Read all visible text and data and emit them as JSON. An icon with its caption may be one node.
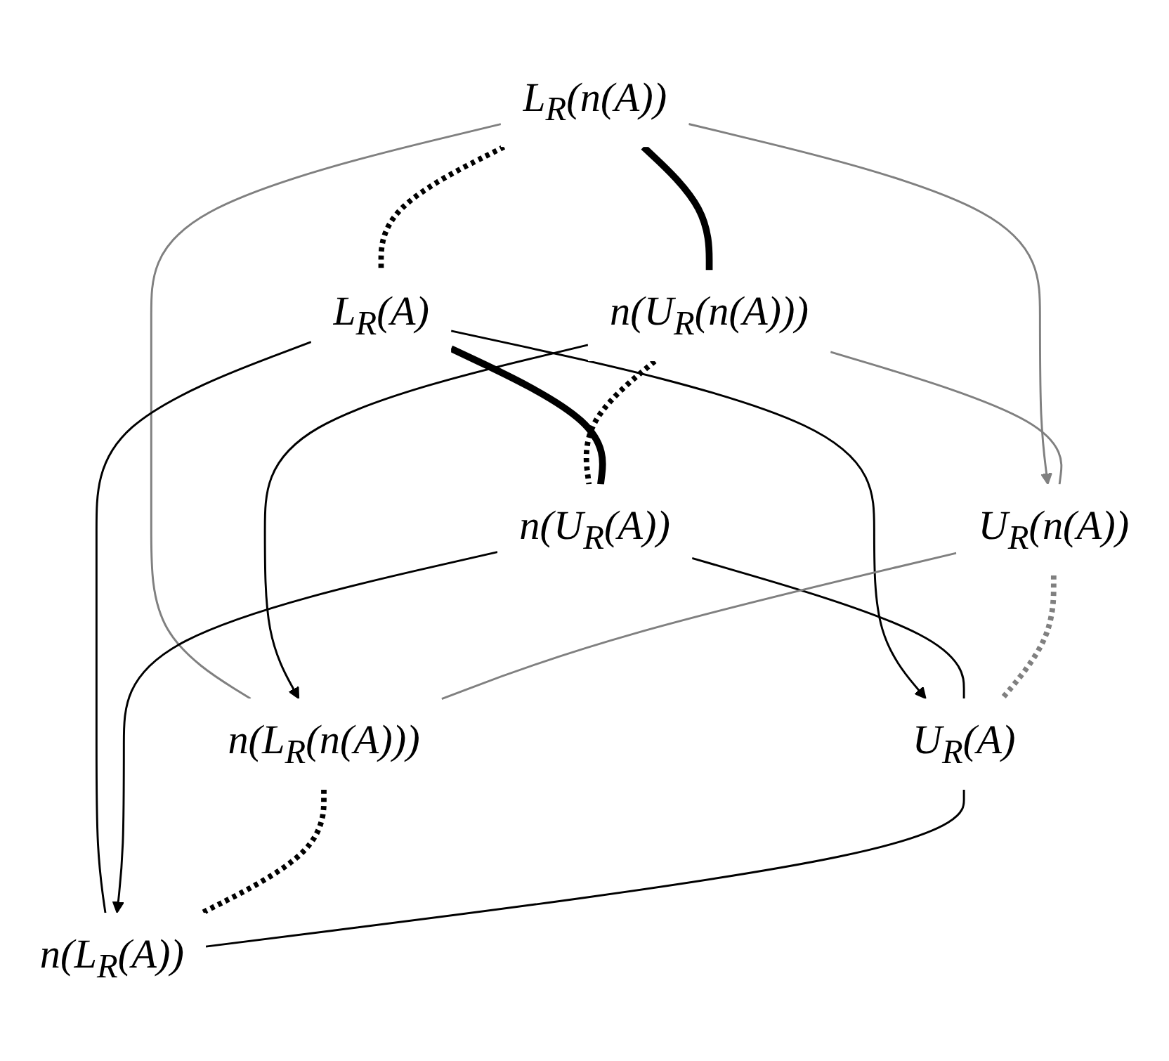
{
  "diagram": {
    "nodes": [
      {
        "text": [
          "L$_{R}$(n(A))"
        ]
      },
      {
        "text": [
          "n(U$_{R}$(n(A)))"
        ]
      },
      {
        "text": [
          "L$_{R}$(A)"
        ]
      },
      {
        "text": [
          "n(U$_{R}$(A))"
        ]
      },
      {
        "text": [
          "U$_{R}$(n(A))"
        ]
      },
      {
        "text": [
          "n(L$_{R}$(n(A)))"
        ]
      },
      {
        "text": [
          "U$_{R}$(A)"
        ]
      },
      {
        "text": [
          "n(L$_{R}$(A))"
        ]
      }
    ],
    "edges": [
      {
        "from": 0,
        "to": 1,
        "arrow": "none",
        "style": "thick"
      },
      {
        "from": 0,
        "to": 2,
        "arrow": "none",
        "style": "dashed"
      },
      {
        "from": 0,
        "to": 4,
        "arrow": "to",
        "color": "#808080"
      },
      {
        "from": 0,
        "to": 5,
        "arrow": "none",
        "color": "#808080"
      },
      {
        "from": 1,
        "to": 3,
        "arrow": "none",
        "style": "dashed"
      },
      {
        "from": 1,
        "to": 4,
        "arrow": "none",
        "color": "#808080"
      },
      {
        "from": 1,
        "to": 5,
        "arrow": "to"
      },
      {
        "from": 2,
        "to": 3,
        "arrow": "none",
        "style": "thick"
      },
      {
        "from": 2,
        "to": 6,
        "arrow": "to"
      },
      {
        "from": 2,
        "to": 7,
        "arrow": "none"
      },
      {
        "from": 3,
        "to": 6,
        "arrow": "none"
      },
      {
        "from": 3,
        "to": 7,
        "arrow": "to"
      },
      {
        "from": 4,
        "to": 5,
        "arrow": "none",
        "color": "#808080"
      },
      {
        "from": 4,
        "to": 6,
        "arrow": "none",
        "style": "dashed",
        "color": "#808080"
      },
      {
        "from": 5,
        "to": 7,
        "arrow": "none",
        "style": "dashed"
      },
      {
        "from": 6,
        "to": 7,
        "arrow": "none"
      }
    ]
  }
}
